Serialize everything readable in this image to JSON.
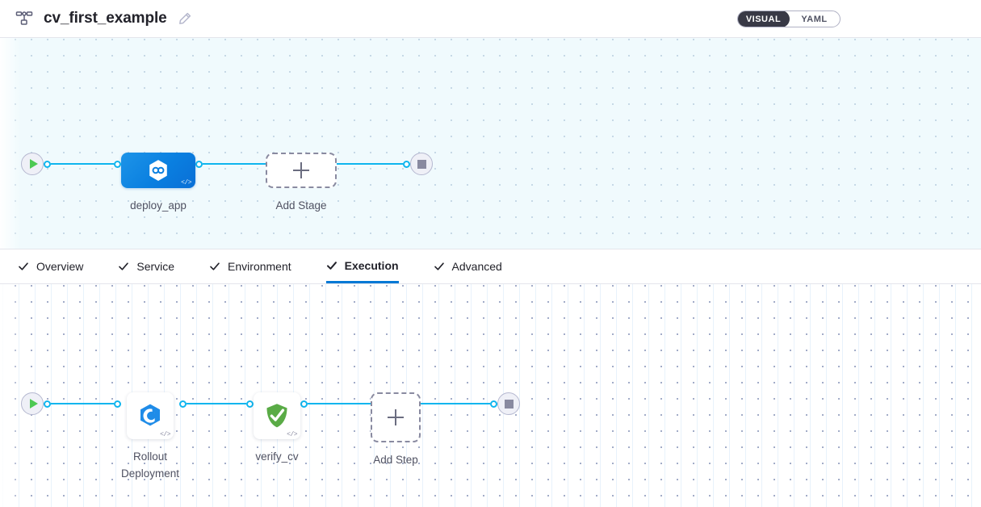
{
  "header": {
    "icon": "pipeline-graph-icon",
    "title": "cv_first_example",
    "edit_icon": "pencil-edit-icon",
    "mode_toggle": {
      "options": [
        {
          "label": "VISUAL",
          "active": true
        },
        {
          "label": "YAML",
          "active": false
        }
      ]
    }
  },
  "theme": {
    "accent_blue": "#0278d5",
    "wire_blue": "#0fb5ee",
    "stage_blue": "#0a7fe0",
    "success_green": "#5aab46",
    "play_green": "#4dc953",
    "stage_canvas_bg": "#f0fafd",
    "steps_canvas_bg": "#ffffff",
    "label_gray": "#4f5162",
    "dashed_gray": "#898aa0"
  },
  "stage_canvas": {
    "name": "stage-pipeline-canvas",
    "start_node": {
      "name": "pipeline-start",
      "icon": "play-icon"
    },
    "nodes": [
      {
        "type": "stage",
        "name": "stage-node-deploy-app",
        "label": "deploy_app",
        "icon": "harness-deployment-icon",
        "code_badge": "</>"
      },
      {
        "type": "add",
        "name": "add-stage-node",
        "label": "Add Stage",
        "icon": "plus-icon"
      }
    ],
    "end_node": {
      "name": "pipeline-end",
      "icon": "stop-icon"
    }
  },
  "tabs": [
    {
      "label": "Overview",
      "active": false,
      "icon": "check-icon"
    },
    {
      "label": "Service",
      "active": false,
      "icon": "check-icon"
    },
    {
      "label": "Environment",
      "active": false,
      "icon": "check-icon"
    },
    {
      "label": "Execution",
      "active": true,
      "icon": "check-icon"
    },
    {
      "label": "Advanced",
      "active": false,
      "icon": "check-icon"
    }
  ],
  "steps_canvas": {
    "name": "execution-steps-canvas",
    "start_node": {
      "name": "steps-start",
      "icon": "play-icon"
    },
    "nodes": [
      {
        "type": "step",
        "name": "step-node-rollout-deployment",
        "label": "Rollout\nDeployment",
        "icon": "kubernetes-rollout-icon",
        "code_badge": "</>"
      },
      {
        "type": "step",
        "name": "step-node-verify-cv",
        "label": "verify_cv",
        "icon": "green-shield-check-icon",
        "code_badge": "</>"
      },
      {
        "type": "add",
        "name": "add-step-node",
        "label": "Add Step",
        "icon": "plus-icon"
      }
    ],
    "end_node": {
      "name": "steps-end",
      "icon": "stop-icon"
    }
  }
}
